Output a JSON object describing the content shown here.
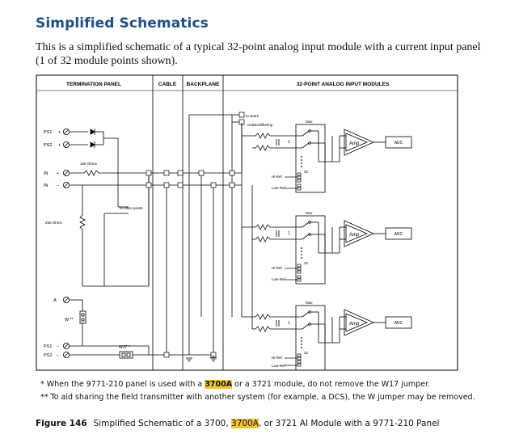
{
  "section_title": "Simplified Schematics",
  "intro": "This is a simplified schematic of a typical 32-point analog input module with a current input panel (1 of 32 module points shown).",
  "diagram": {
    "headers": {
      "termination": "TERMINATION PANEL",
      "cable": "CABLE",
      "backplane": "BACKPLANE",
      "modules": "32-POINT ANALOG INPUT MODULES"
    },
    "terminals": {
      "ps1_top": "PS1",
      "ps2_top": "PS2",
      "in_plus": "IN",
      "in_minus": "IN",
      "a": "A",
      "w": "W",
      "ps1_bot": "PS1",
      "ps2_bot": "PS2",
      "plus": "+",
      "minus": "–",
      "double_star": "**",
      "star": "*"
    },
    "labels": {
      "res_180": "180 Ohms",
      "res_250": "250 Ohms",
      "to_other_points": "to other points",
      "to_spare": "to spare",
      "isolation_filtering": "Isolation/filtering",
      "w17": "W17",
      "mux": "Mux",
      "amp": "Amp",
      "adc": "ADC",
      "hi_ref": "Hi-Ref",
      "low_ref": "Low-Ref",
      "pt1": "1",
      "pt32": "32"
    }
  },
  "notes": {
    "n1_pre": "* When the 9771-210 panel is used with a ",
    "n1_hl": "3700A",
    "n1_post": " or a 3721 module, do not remove the W17 jumper.",
    "n2": "** To aid sharing the field transmitter with another system (for example, a DCS), the W jumper may be removed."
  },
  "caption": {
    "figure": "Figure 146",
    "pre": "Simplified Schematic of a 3700, ",
    "hl": "3700A",
    "post": ", or 3721 AI Module with a 9771-210 Panel"
  }
}
